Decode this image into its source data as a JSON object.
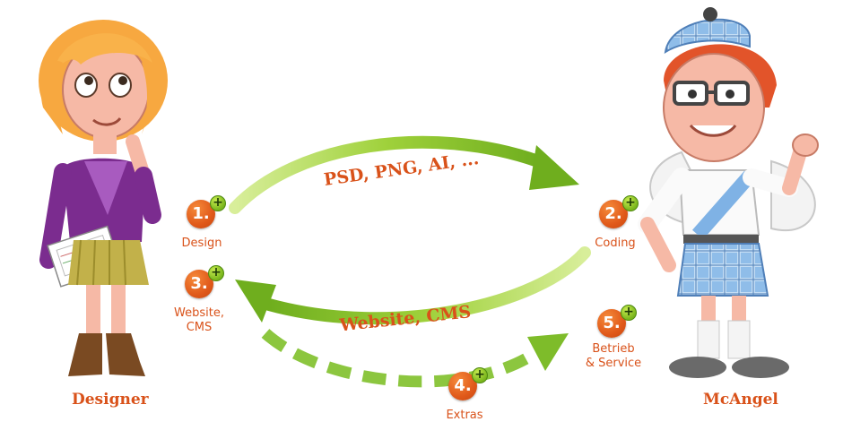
{
  "top_arrow_label": "PSD, PNG, AI, ...",
  "middle_arrow_label": "Website, CMS",
  "characters": {
    "left": "Designer",
    "right": "McAngel"
  },
  "steps": [
    {
      "number": "1.",
      "label": "Design"
    },
    {
      "number": "2.",
      "label": "Coding"
    },
    {
      "number": "3.",
      "label": "Website,\nCMS"
    },
    {
      "number": "4.",
      "label": "Extras"
    },
    {
      "number": "5.",
      "label": "Betrieb\n& Service"
    }
  ],
  "plus_symbol": "+",
  "colors": {
    "accent_orange": "#d9521a",
    "arrow_green": "#8cc63f",
    "tartan_blue": "#7fb2e5"
  }
}
